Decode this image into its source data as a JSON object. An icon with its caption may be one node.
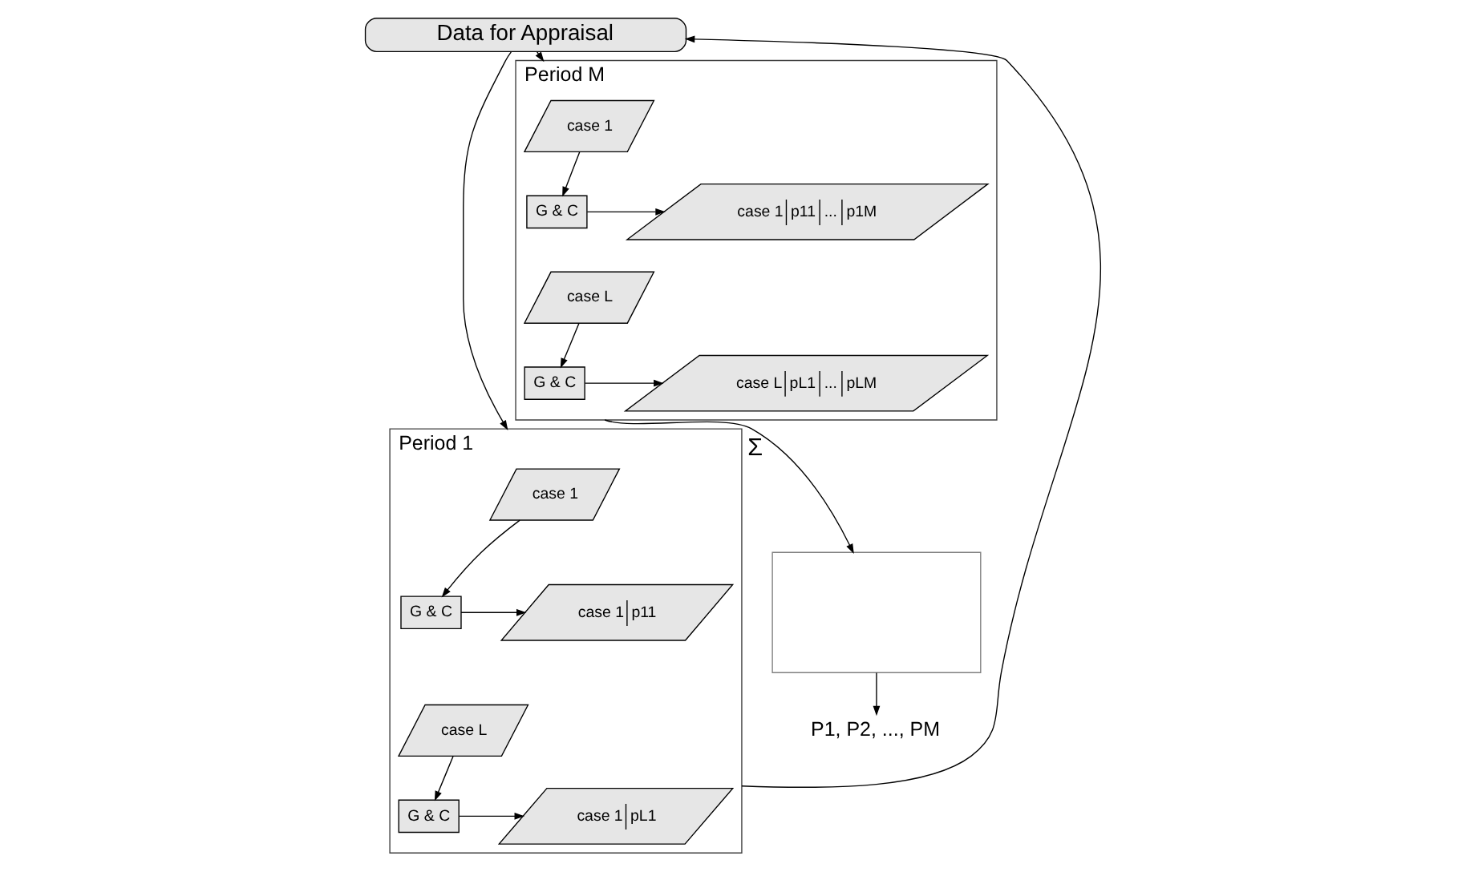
{
  "diagram": {
    "nodes": [
      {
        "text": [
          "Data for Appraisal"
        ]
      },
      {
        "text": [
          "Period 1"
        ]
      },
      {
        "text": [
          "case 1"
        ],
        "in": 1
      },
      {
        "text": [
          "G & C"
        ],
        "in": 1
      },
      {
        "text": [
          "case 1",
          "p11"
        ],
        "in": 1
      },
      {
        "text": [
          "case L"
        ],
        "in": 1
      },
      {
        "text": [
          "G & C"
        ],
        "in": 1
      },
      {
        "text": [
          "case 1",
          "pL1"
        ],
        "in": 1
      },
      {
        "text": [
          "Period M"
        ]
      },
      {
        "text": [
          "case 1"
        ],
        "in": 8
      },
      {
        "text": [
          "G & C"
        ],
        "in": 8
      },
      {
        "text": [
          "case 1",
          "p11",
          "...",
          "p1M"
        ],
        "in": 8
      },
      {
        "text": [
          "case L"
        ],
        "in": 8
      },
      {
        "text": [
          "G & C"
        ],
        "in": 8
      },
      {
        "text": [
          "case L",
          "pL1",
          "...",
          "pLM"
        ],
        "in": 8
      },
      {
        "text": [],
        "shape": "box"
      },
      {
        "text": [
          "P1, P2, ..., PM"
        ]
      }
    ],
    "edges": [
      {
        "from": 0,
        "to": 1,
        "arrow": "to"
      },
      {
        "from": 2,
        "to": 3,
        "arrow": "to"
      },
      {
        "from": 3,
        "to": 4,
        "arrow": "to"
      },
      {
        "from": 5,
        "to": 6,
        "arrow": "to"
      },
      {
        "from": 6,
        "to": 7,
        "arrow": "to"
      },
      {
        "from": 1,
        "to": 0,
        "arrow": "to"
      },
      {
        "from": 0,
        "to": 8,
        "arrow": "to"
      },
      {
        "from": 9,
        "to": 10,
        "arrow": "to"
      },
      {
        "from": 10,
        "to": 11,
        "arrow": "to"
      },
      {
        "from": 12,
        "to": 13,
        "arrow": "to"
      },
      {
        "from": 13,
        "to": 14,
        "arrow": "to"
      },
      {
        "from": 8,
        "to": 15,
        "label": "Σ",
        "arrow": "to"
      },
      {
        "from": 15,
        "to": 16,
        "arrow": "to"
      }
    ]
  }
}
